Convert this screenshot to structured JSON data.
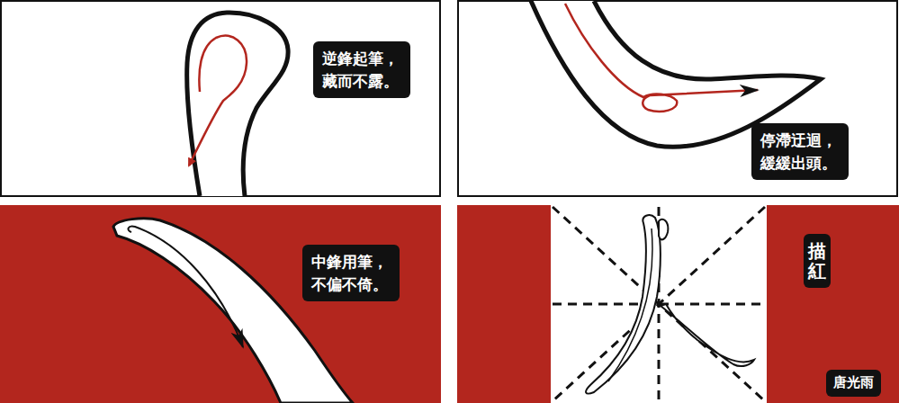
{
  "diagram": {
    "nodes": [
      {
        "text": [
          "逆鋒起筆， 藏而不露。"
        ]
      },
      {
        "text": [
          "停滯迂迴， 緩緩出頭。"
        ]
      },
      {
        "text": [
          "中鋒用筆， 不偏不倚。"
        ]
      },
      {
        "text": [
          "描紅"
        ]
      },
      {
        "text": [
          "唐光雨"
        ]
      }
    ]
  }
}
